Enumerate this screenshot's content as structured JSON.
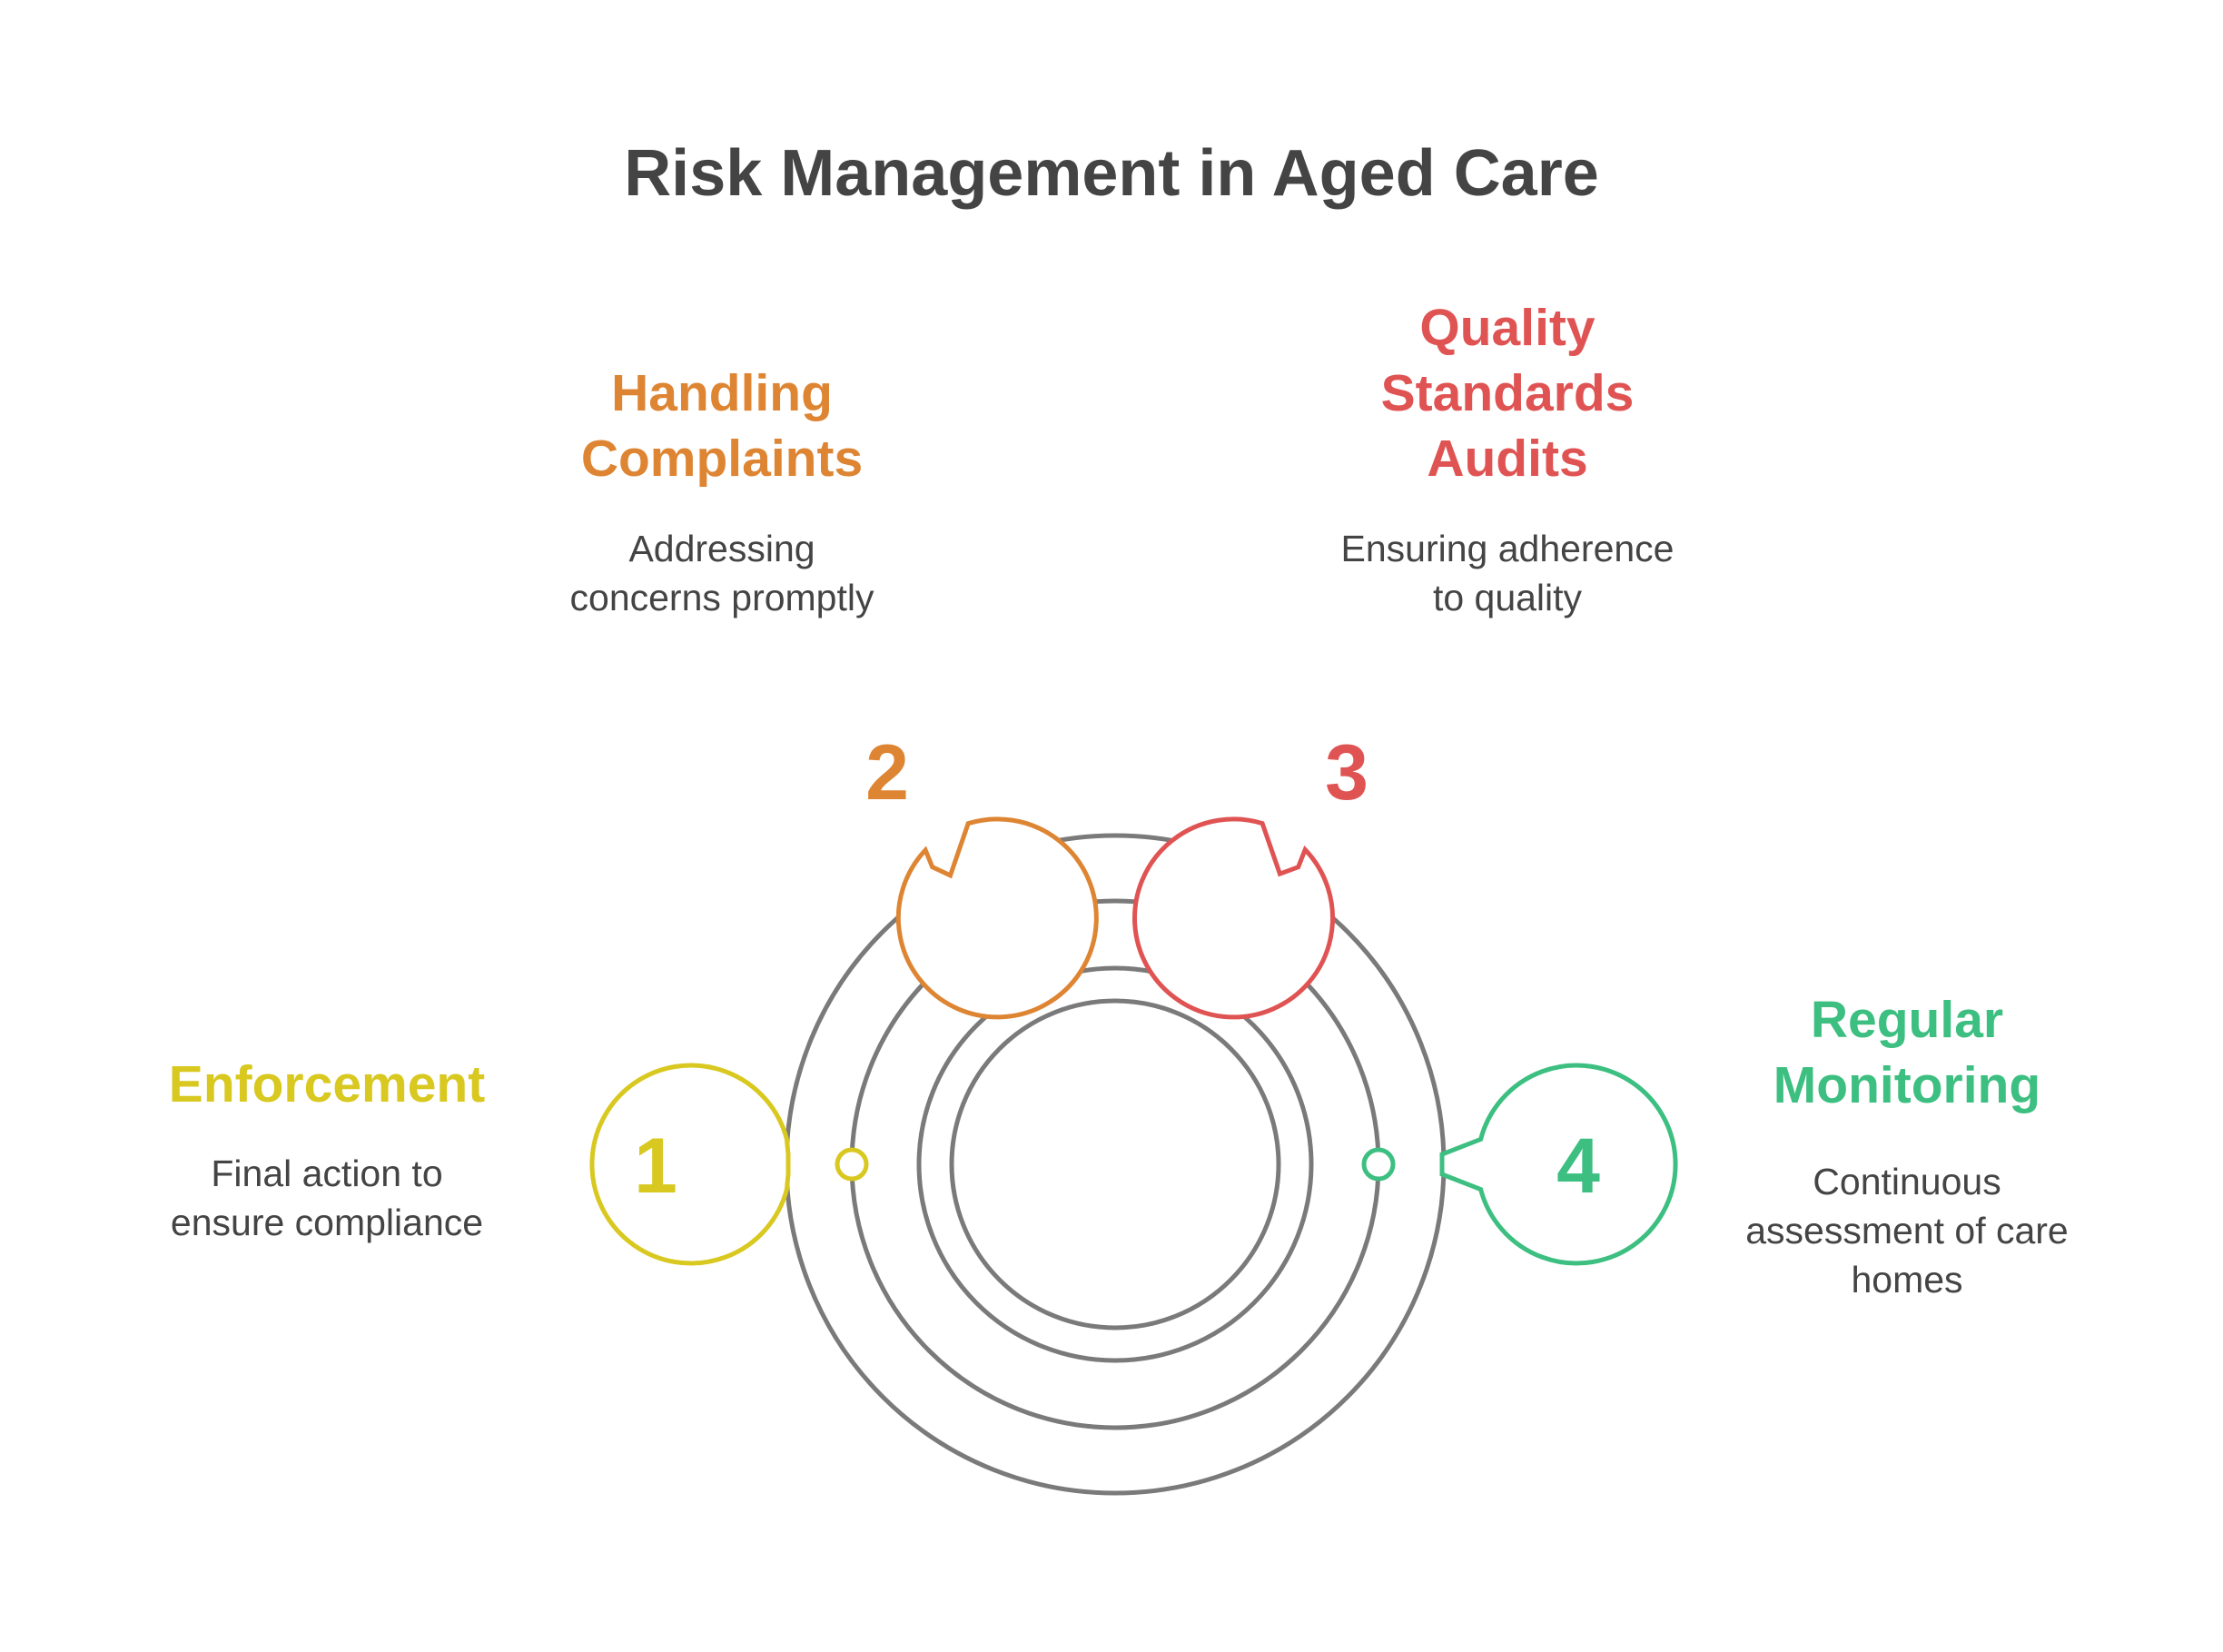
{
  "title": "Risk Management in Aged Care",
  "colors": {
    "text": "#444444",
    "ring": "#7a7a7a",
    "step1": "#d8c81f",
    "step2": "#de8533",
    "step3": "#e05353",
    "step4": "#3cbf80"
  },
  "steps": [
    {
      "number": "1",
      "title_lines": [
        "Enforcement"
      ],
      "desc_lines": [
        "Final action to",
        "ensure compliance"
      ]
    },
    {
      "number": "2",
      "title_lines": [
        "Handling",
        "Complaints"
      ],
      "desc_lines": [
        "Addressing",
        "concerns promptly"
      ]
    },
    {
      "number": "3",
      "title_lines": [
        "Quality",
        "Standards",
        "Audits"
      ],
      "desc_lines": [
        "Ensuring adherence",
        "to quality"
      ]
    },
    {
      "number": "4",
      "title_lines": [
        "Regular",
        "Monitoring"
      ],
      "desc_lines": [
        "Continuous",
        "assessment of care",
        "homes"
      ]
    }
  ]
}
